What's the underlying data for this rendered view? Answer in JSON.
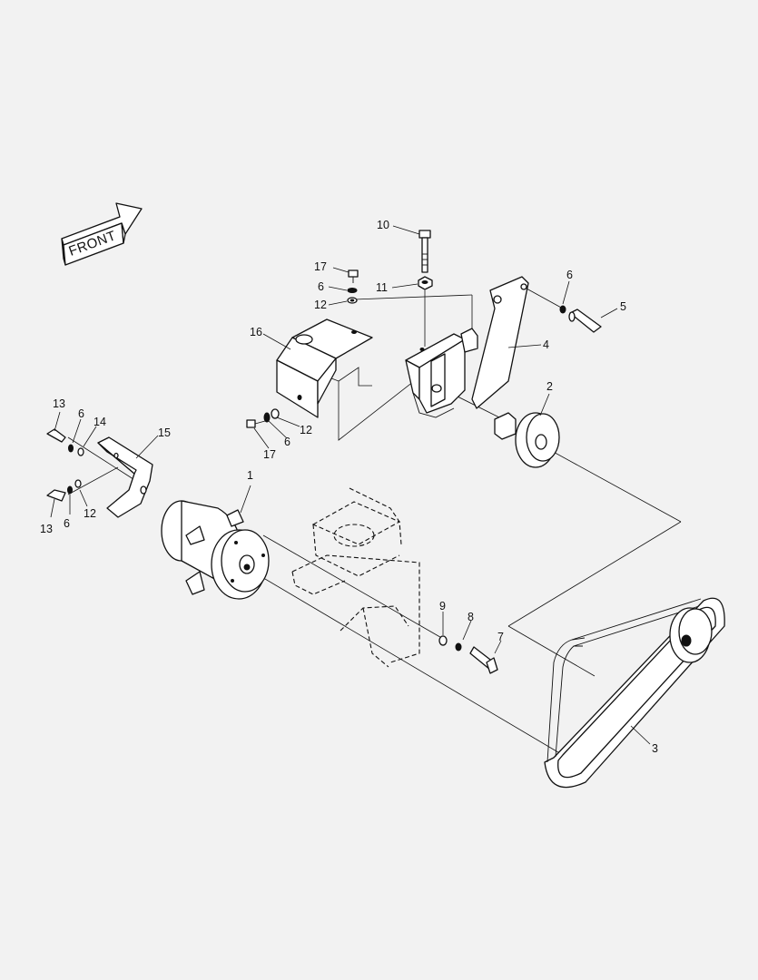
{
  "diagram": {
    "front_label": "FRONT",
    "labels": {
      "n1": "1",
      "n2": "2",
      "n3": "3",
      "n4": "4",
      "n5": "5",
      "n6a": "6",
      "n6b": "6",
      "n6c": "6",
      "n6d": "6",
      "n7": "7",
      "n8": "8",
      "n9": "9",
      "n10": "10",
      "n11": "11",
      "n12a": "12",
      "n12b": "12",
      "n12c": "12",
      "n13a": "13",
      "n13b": "13",
      "n14": "14",
      "n15": "15",
      "n16": "16",
      "n17a": "17",
      "n17b": "17"
    }
  }
}
